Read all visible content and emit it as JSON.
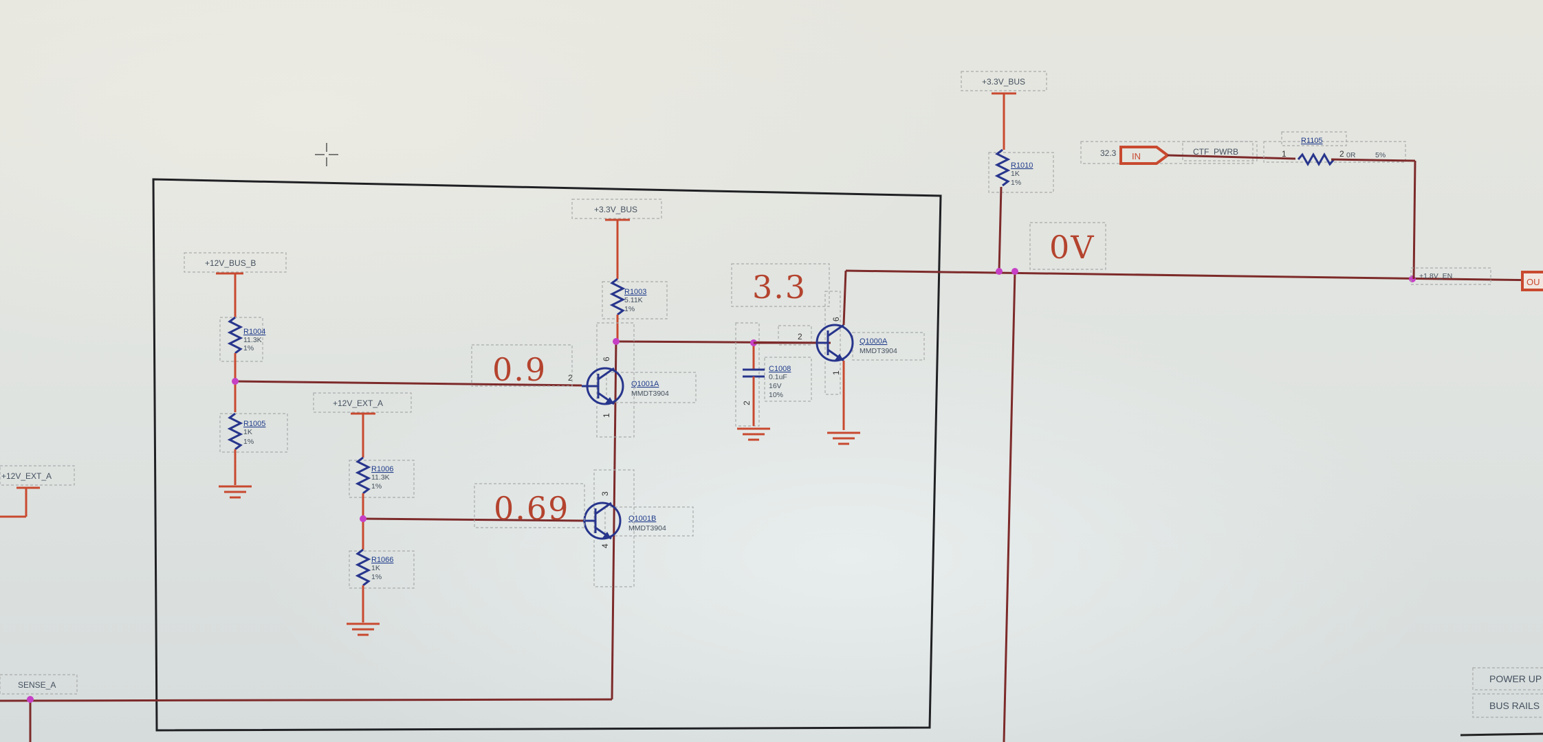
{
  "nets": {
    "bus_33_top": "+3.3V_BUS",
    "bus_33_inner": "+3.3V_BUS",
    "bus_12b": "+12V_BUS_B",
    "ext_12a_inner": "+12V_EXT_A",
    "ext_12a_left": "+12V_EXT_A",
    "sense": "SENSE_A",
    "ctf_pwrb": "CTF_PWRB",
    "en_18v": "+1.8V_EN",
    "in_value": "32.3",
    "in_port": "IN",
    "out_port": "OU"
  },
  "resistors": {
    "r1004": {
      "ref": "R1004",
      "value": "11.3K",
      "tol": "1%"
    },
    "r1005": {
      "ref": "R1005",
      "value": "1K",
      "tol": "1%"
    },
    "r1003": {
      "ref": "R1003",
      "value": "5.11K",
      "tol": "1%"
    },
    "r1006": {
      "ref": "R1006",
      "value": "11.3K",
      "tol": "1%"
    },
    "r1066": {
      "ref": "R1066",
      "value": "1K",
      "tol": "1%"
    },
    "r1010": {
      "ref": "R1010",
      "value": "1K",
      "tol": "1%"
    },
    "r1105": {
      "ref": "R1105",
      "value": "0R",
      "tol": "5%",
      "pin1": "1",
      "pin2": "2"
    }
  },
  "capacitor": {
    "ref": "C1008",
    "value": "0.1uF",
    "voltage": "16V",
    "tol": "10%"
  },
  "transistors": {
    "q1001a": {
      "ref": "Q1001A",
      "part": "MMDT3904"
    },
    "q1001b": {
      "ref": "Q1001B",
      "part": "MMDT3904"
    },
    "q1000a": {
      "ref": "Q1000A",
      "part": "MMDT3904"
    }
  },
  "pins": {
    "q1001a_base": "2",
    "q1001a_col": "6",
    "q1001a_emit": "1",
    "q1001b_col": "3",
    "q1001b_emit": "4",
    "q1000a_base": "2",
    "q1000a_col": "6",
    "q1000a_emit": "1",
    "c1008_pin2": "2"
  },
  "annotations": {
    "v_q1001a": "0.9",
    "v_q1001b": "0.69",
    "v_q1000a": "3.3",
    "v_node": "0V"
  },
  "side_labels": {
    "power_up": "POWER UP",
    "bus_rails": "BUS RAILS"
  }
}
